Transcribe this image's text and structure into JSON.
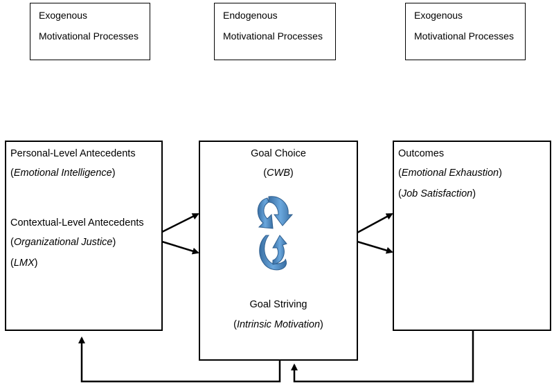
{
  "headers": [
    {
      "line1": "Exogenous",
      "line2": "Motivational Processes"
    },
    {
      "line1": "Endogenous",
      "line2": "Motivational Processes"
    },
    {
      "line1": "Exogenous",
      "line2": "Motivational Processes"
    }
  ],
  "antecedents": {
    "personal_title": "Personal-Level Antecedents",
    "personal_item": "Emotional Intelligence",
    "contextual_title": "Contextual-Level Antecedents",
    "contextual_item1": "Organizational Justice",
    "contextual_item2": "LMX"
  },
  "goals": {
    "choice_title": "Goal Choice",
    "choice_item": "CWB",
    "striving_title": "Goal Striving",
    "striving_item": "Intrinsic Motivation"
  },
  "outcomes": {
    "title": "Outcomes",
    "item1": "Emotional Exhaustion",
    "item2": "Job Satisfaction"
  },
  "colors": {
    "cycle_arrow": "#5b9bd5",
    "cycle_arrow_dark": "#3a6fa3"
  }
}
